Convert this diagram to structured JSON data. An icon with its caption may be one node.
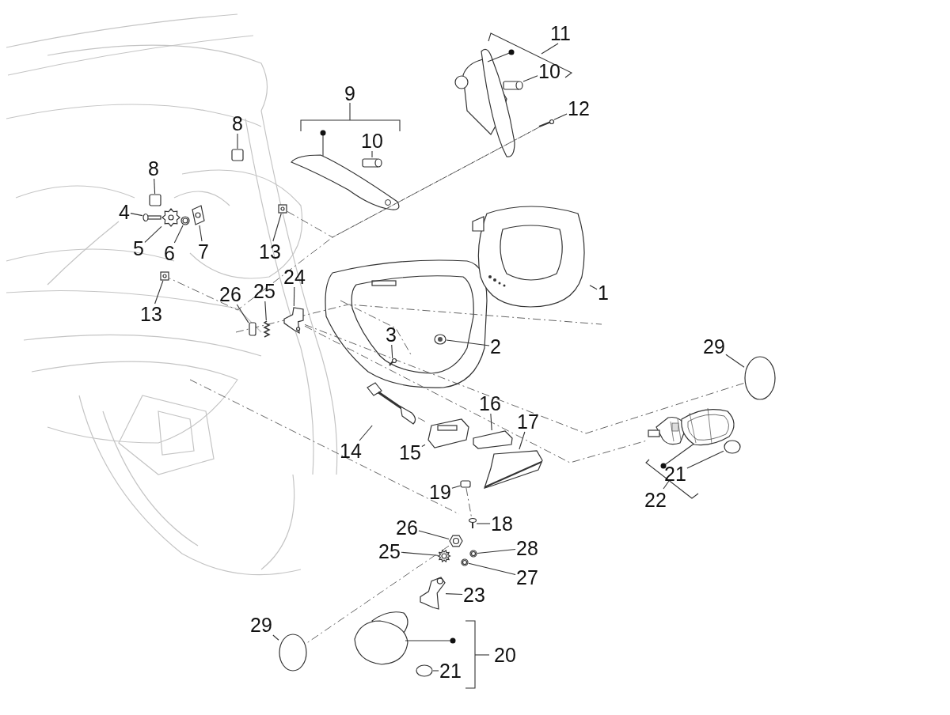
{
  "diagram": {
    "nodes": [
      {
        "text": [
          "10"
        ]
      },
      {
        "text": [],
        "shape": "cylinder"
      },
      {
        "text": [
          "12"
        ]
      },
      {
        "text": [],
        "shape": "picture"
      },
      {
        "text": [
          "8"
        ]
      },
      {
        "text": [],
        "shape": "box"
      },
      {
        "text": [
          "10"
        ]
      },
      {
        "text": [],
        "shape": "cylinder"
      },
      {
        "text": [
          "8"
        ]
      },
      {
        "text": [],
        "shape": "box"
      },
      {
        "text": [
          "4"
        ]
      },
      {
        "text": [],
        "shape": "picture"
      },
      {
        "text": [
          "5"
        ]
      },
      {
        "text": [],
        "shape": "picture"
      },
      {
        "text": [
          "6"
        ]
      },
      {
        "text": [],
        "shape": "picture"
      },
      {
        "text": [
          "7"
        ]
      },
      {
        "text": [],
        "shape": "picture"
      },
      {
        "text": [
          "13"
        ]
      },
      {
        "text": [],
        "shape": "picture"
      },
      {
        "text": [
          "1"
        ]
      },
      {
        "text": [],
        "shape": "picture"
      },
      {
        "text": [
          "13"
        ]
      },
      {
        "text": [],
        "shape": "picture"
      },
      {
        "text": [
          "26"
        ]
      },
      {
        "text": [],
        "shape": "box"
      },
      {
        "text": [
          "25"
        ]
      },
      {
        "text": [],
        "shape": "picture"
      },
      {
        "text": [
          "24"
        ]
      },
      {
        "text": [],
        "shape": "picture"
      },
      {
        "text": [
          "3"
        ]
      },
      {
        "text": [],
        "shape": "picture"
      },
      {
        "text": [
          "2"
        ]
      },
      {
        "text": [],
        "shape": "picture"
      },
      {
        "text": [
          "29"
        ]
      },
      {
        "text": [],
        "shape": "circle"
      },
      {
        "text": [
          "14"
        ]
      },
      {
        "text": [],
        "shape": "picture"
      },
      {
        "text": [
          "16"
        ]
      },
      {
        "text": [],
        "shape": "picture"
      },
      {
        "text": [
          "17"
        ]
      },
      {
        "text": [],
        "shape": "picture"
      },
      {
        "text": [
          "15"
        ]
      },
      {
        "text": [],
        "shape": "picture"
      },
      {
        "text": [
          "19"
        ]
      },
      {
        "text": [],
        "shape": "box"
      },
      {
        "text": [
          "18"
        ]
      },
      {
        "text": [],
        "shape": "picture"
      },
      {
        "text": [
          "21"
        ]
      },
      {
        "text": [],
        "shape": "circle"
      },
      {
        "text": [
          "26"
        ]
      },
      {
        "text": [],
        "shape": "picture"
      },
      {
        "text": [
          "25"
        ]
      },
      {
        "text": [],
        "shape": "picture"
      },
      {
        "text": [
          "28"
        ]
      },
      {
        "text": [],
        "shape": "picture"
      },
      {
        "text": [
          "27"
        ]
      },
      {
        "text": [],
        "shape": "picture"
      },
      {
        "text": [
          "23"
        ]
      },
      {
        "text": [],
        "shape": "picture"
      },
      {
        "text": [
          "29"
        ]
      },
      {
        "text": [],
        "shape": "circle"
      },
      {
        "text": [
          "21"
        ]
      },
      {
        "text": [],
        "shape": "circle"
      },
      {
        "text": [],
        "shape": "picture"
      }
    ],
    "edges": [
      {
        "from": 0,
        "to": 1,
        "arrow": "none"
      },
      {
        "from": 2,
        "to": 3,
        "arrow": "none"
      },
      {
        "from": 4,
        "to": 5,
        "arrow": "none"
      },
      {
        "from": 6,
        "to": 7,
        "arrow": "none"
      },
      {
        "from": 8,
        "to": 9,
        "arrow": "none"
      },
      {
        "from": 10,
        "to": 11,
        "arrow": "none"
      },
      {
        "from": 12,
        "to": 13,
        "arrow": "none"
      },
      {
        "from": 14,
        "to": 15,
        "arrow": "none"
      },
      {
        "from": 16,
        "to": 17,
        "arrow": "none"
      },
      {
        "from": 18,
        "to": 19,
        "arrow": "none"
      },
      {
        "from": 20,
        "to": 21,
        "arrow": "none"
      },
      {
        "from": 22,
        "to": 23,
        "arrow": "none"
      },
      {
        "from": 24,
        "to": 25,
        "arrow": "none"
      },
      {
        "from": 26,
        "to": 27,
        "arrow": "none"
      },
      {
        "from": 28,
        "to": 29,
        "arrow": "none"
      },
      {
        "from": 30,
        "to": 31,
        "arrow": "none"
      },
      {
        "from": 32,
        "to": 33,
        "arrow": "none"
      },
      {
        "from": 34,
        "to": 35,
        "arrow": "none"
      },
      {
        "from": 36,
        "to": 37,
        "arrow": "none"
      },
      {
        "from": 38,
        "to": 39,
        "arrow": "none"
      },
      {
        "from": 40,
        "to": 41,
        "arrow": "none"
      },
      {
        "from": 42,
        "to": 43,
        "arrow": "none"
      },
      {
        "from": 44,
        "to": 45,
        "arrow": "none"
      },
      {
        "from": 46,
        "to": 47,
        "arrow": "none"
      },
      {
        "from": 48,
        "to": 49,
        "arrow": "none"
      },
      {
        "from": 50,
        "to": 51,
        "arrow": "none"
      },
      {
        "from": 52,
        "to": 53,
        "arrow": "none"
      },
      {
        "from": 54,
        "to": 55,
        "arrow": "none"
      },
      {
        "from": 56,
        "to": 57,
        "arrow": "none"
      },
      {
        "from": 58,
        "to": 59,
        "arrow": "none"
      },
      {
        "from": 60,
        "to": 61,
        "arrow": "none"
      },
      {
        "from": 62,
        "to": 63,
        "arrow": "none"
      },
      {
        "from": 29,
        "to": 35,
        "arrow": "none",
        "style": "dashed"
      },
      {
        "from": 3,
        "to": 23,
        "arrow": "none",
        "style": "dashed"
      },
      {
        "from": 51,
        "to": 61,
        "arrow": "none",
        "style": "dashed"
      },
      {
        "from": 37,
        "to": 43,
        "arrow": "none",
        "style": "dashed"
      },
      {
        "from": 45,
        "to": 47,
        "arrow": "none",
        "style": "dashed"
      },
      {
        "from": 19,
        "to": 3,
        "arrow": "none",
        "style": "dashed"
      },
      {
        "from": 29,
        "to": 64,
        "arrow": "none",
        "style": "dashed"
      }
    ],
    "labels": [
      "11",
      "9",
      "20",
      "22"
    ]
  }
}
